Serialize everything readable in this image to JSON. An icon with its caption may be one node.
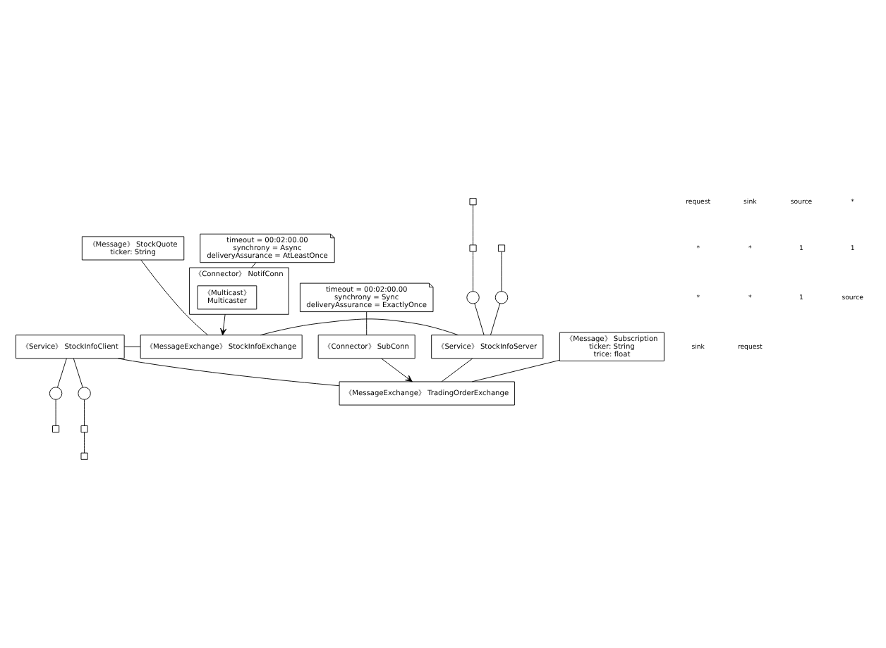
{
  "diagram": {
    "nodes": [
      {
        "text": [
          "《Message》 StockQuote",
          "ticker: String"
        ]
      },
      {
        "text": [
          "timeout = 00:02:00.00",
          "synchrony = Async",
          "deliveryAssurance = AtLeastOnce"
        ]
      },
      {
        "text": [
          "《Connector》 NotifConn"
        ]
      },
      {
        "text": [
          "《Multicast》",
          "Multicaster"
        ],
        "in": 2
      },
      {
        "text": [],
        "shape": "box"
      },
      {
        "text": [],
        "shape": "box"
      },
      {
        "text": [],
        "shape": "box"
      },
      {
        "text": [],
        "shape": "box"
      },
      {
        "text": [],
        "shape": "circle"
      },
      {
        "text": [],
        "shape": "circle"
      },
      {
        "text": [
          "《Service》 StockInfoClient"
        ]
      },
      {
        "text": [
          "《MessageExchange》 StockInfoExchange"
        ]
      },
      {
        "text": [
          "《MessageExchange》 TradingOrderExchange"
        ]
      },
      {
        "text": [
          "《Service》 StockInfoServer"
        ]
      },
      {
        "text": [],
        "shape": "circle"
      },
      {
        "text": [
          "《Connector》 SubConn"
        ]
      },
      {
        "text": [],
        "shape": "box"
      },
      {
        "text": [],
        "shape": "box"
      },
      {
        "text": [],
        "shape": "circle"
      },
      {
        "text": [
          "《Message》 Subscription",
          "ticker: String",
          "trice: float"
        ]
      },
      {
        "text": [
          "timeout = 00:02:00.00",
          "synchrony = Sync",
          "deliveryAssurance = ExactlyOnce"
        ]
      }
    ],
    "edges": [
      {
        "from": 1,
        "to": 2,
        "arrow": "none"
      },
      {
        "from": 8,
        "to": 4,
        "arrow": "none"
      },
      {
        "from": 4,
        "to": 5,
        "arrow": "none"
      },
      {
        "from": 6,
        "to": 7,
        "arrow": "none"
      },
      {
        "from": 7,
        "to": 9,
        "arrow": "none"
      },
      {
        "from": 10,
        "to": 8,
        "arrow": "none"
      },
      {
        "from": 9,
        "to": 13,
        "arrow": "none"
      },
      {
        "from": 2,
        "to": 11,
        "arrow": "to"
      },
      {
        "from": 0,
        "to": 11,
        "arrow": "none"
      },
      {
        "from": 10,
        "to": 11,
        "arrow": "none"
      },
      {
        "from": 11,
        "to": 13,
        "arrow": "none"
      },
      {
        "from": 10,
        "to": 12,
        "arrow": "none"
      },
      {
        "from": 12,
        "to": 13,
        "arrow": "none"
      },
      {
        "from": 19,
        "to": 12,
        "arrow": "none"
      },
      {
        "from": 15,
        "to": 12,
        "arrow": "to"
      },
      {
        "from": 10,
        "to": 14,
        "arrow": "none"
      },
      {
        "from": 14,
        "to": 16,
        "arrow": "none"
      },
      {
        "from": 17,
        "to": 18,
        "arrow": "none"
      },
      {
        "from": 18,
        "to": 13,
        "arrow": "none"
      },
      {
        "from": 20,
        "to": 15,
        "arrow": "none"
      }
    ],
    "labels": [
      "request",
      "sink",
      "source",
      "*",
      "*",
      "*",
      "1",
      "1",
      "*",
      "*",
      "1",
      "source",
      "sink",
      "request"
    ]
  }
}
